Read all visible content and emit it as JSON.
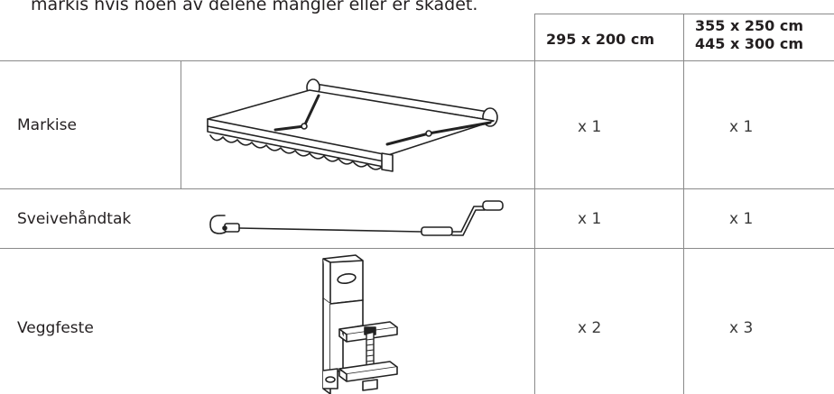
{
  "intro_text": "markis hvis noen av delene mangler eller er skadet.",
  "table": {
    "headers": [
      "295 x 200 cm",
      "355 x 250 cm",
      "445 x 300 cm"
    ],
    "rows": [
      {
        "name": "Markise",
        "illustration": "awning-illustration",
        "qty_a": "x 1",
        "qty_b": "x 1"
      },
      {
        "name": "Sveivehåndtak",
        "illustration": "crank-handle-illustration",
        "qty_a": "x 1",
        "qty_b": "x 1"
      },
      {
        "name": "Veggfeste",
        "illustration": "wall-bracket-illustration",
        "qty_a": "x 2",
        "qty_b": "x 3"
      }
    ]
  }
}
